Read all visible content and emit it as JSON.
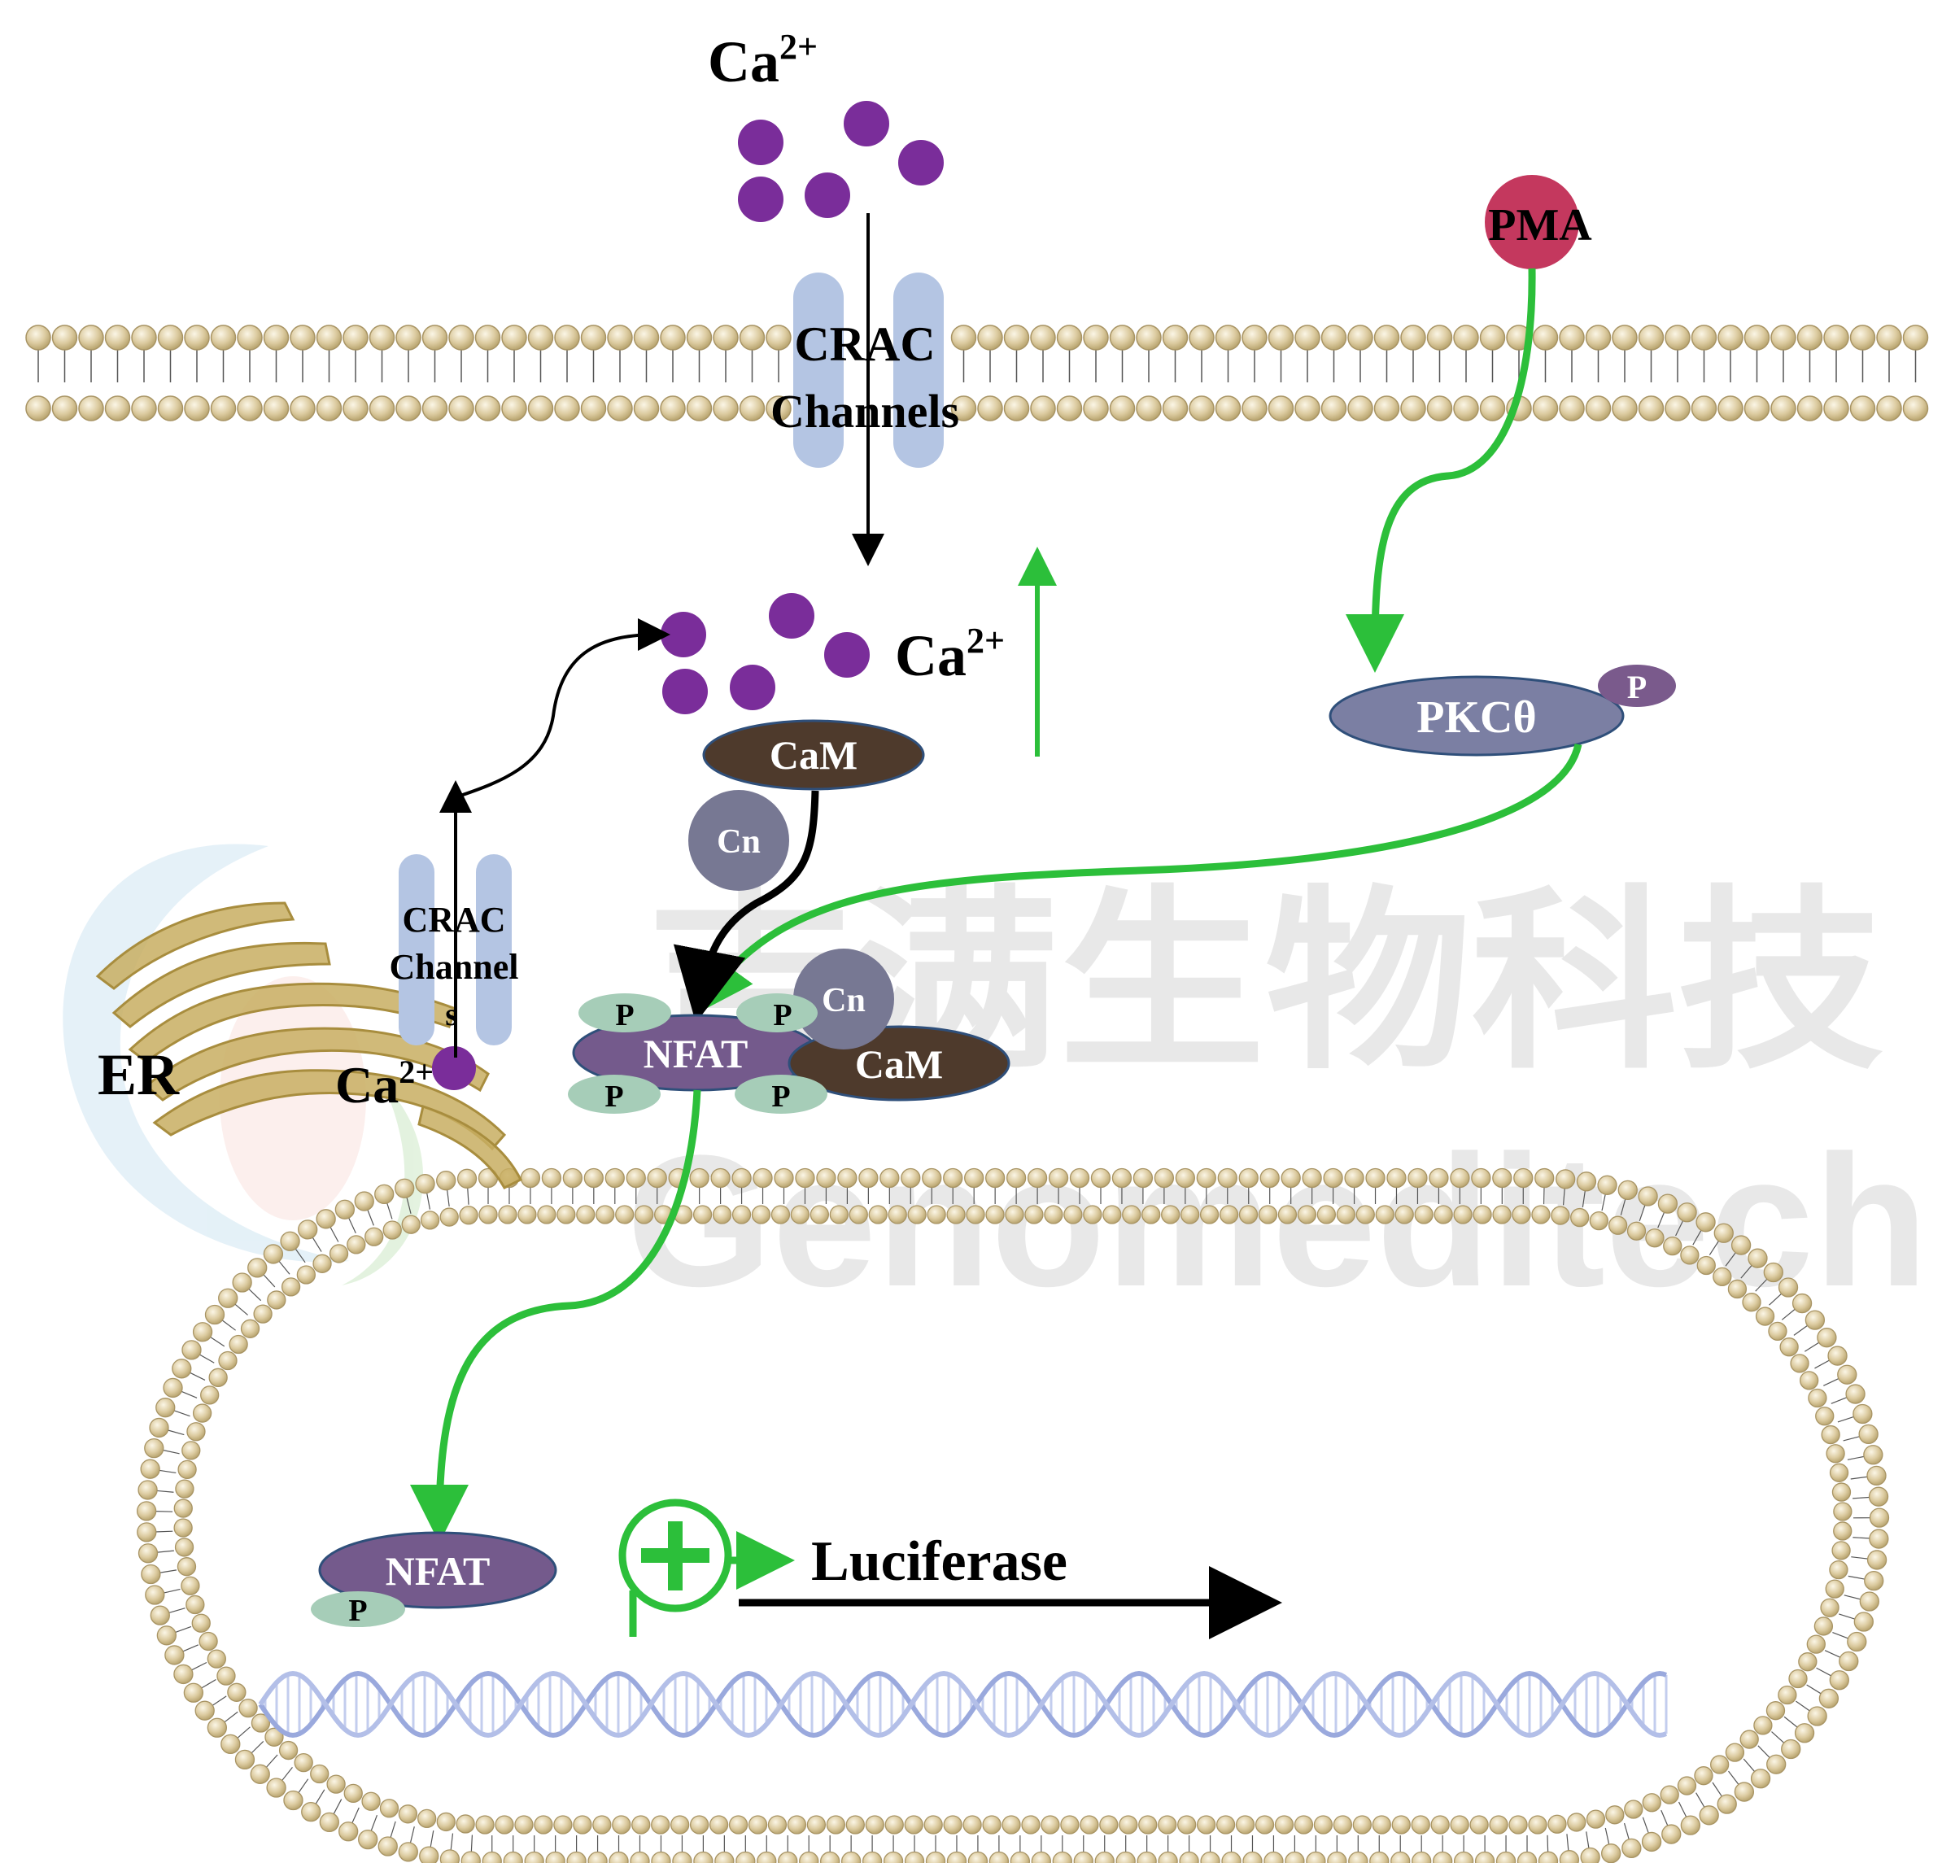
{
  "labels": {
    "ca_top": "Ca",
    "ca_top_sup": "2+",
    "ca_mid": "Ca",
    "ca_mid_sup": "2+",
    "ca_er": "Ca",
    "ca_er_sup": "2+",
    "crac_top_line1": "CRAC",
    "crac_top_line2": "Channels",
    "crac_er_line1": "CRAC",
    "crac_er_line2": "Channel",
    "crac_er_line3": "s",
    "er": "ER",
    "pma": "PMA",
    "pkc": "PKCθ",
    "phospho": "P",
    "cam": "CaM",
    "cn": "Cn",
    "nfat": "NFAT",
    "luciferase": "Luciferase"
  },
  "watermark": {
    "chinese": "吉满生物科技",
    "english": "Genomeditech"
  },
  "colors": {
    "calcium": "#7a2d9a",
    "channel": "#b4c5e3",
    "lipid_head": "#d9c9a0",
    "lipid_head_stroke": "#a89464",
    "pma": "#c4385e",
    "pkc": "#7b7fa3",
    "nfat": "#745a8c",
    "cam": "#4e3a2c",
    "cn": "#777893",
    "phospho_green": "#a6cdb8",
    "phospho_purple": "#7a5a8c",
    "green_arrow": "#2cbf3a",
    "er": "#c8ae62",
    "dna": "#9aa9dd"
  }
}
